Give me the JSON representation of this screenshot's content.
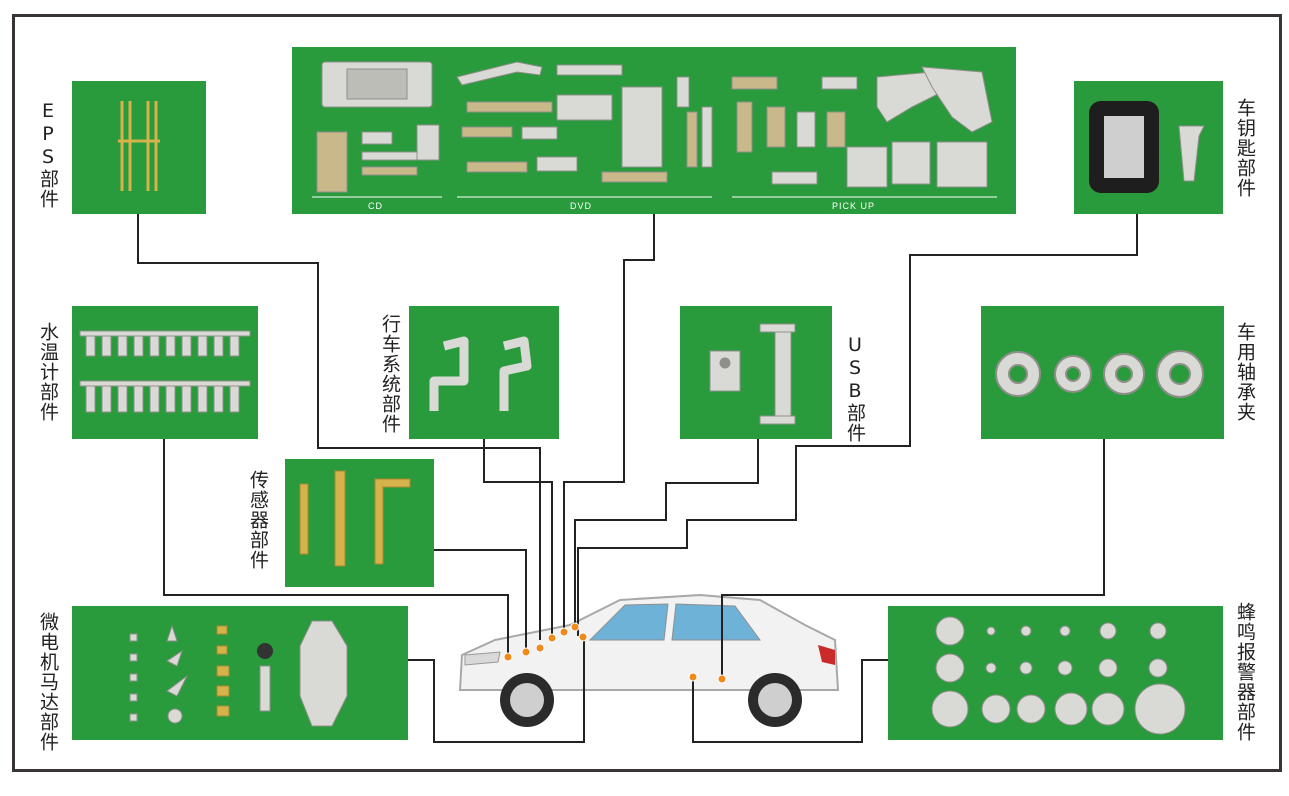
{
  "labels": {
    "eps": "EPS部件",
    "key": "车钥匙部件",
    "water_temp": "水温计部件",
    "driving_system": "行车系统部件",
    "usb": "USB部件",
    "axle_clip": "车用轴承夹",
    "sensor": "传感器部件",
    "micro_motor": "微电机马达部件",
    "buzzer": "蜂鸣报警器部件"
  },
  "media_panel": {
    "sections": [
      "CD",
      "DVD",
      "PICK UP"
    ]
  },
  "colors": {
    "panel_green": "#2a9b3c",
    "line": "#222222",
    "dot": "#f08a1c",
    "frame": "#3a3535"
  }
}
